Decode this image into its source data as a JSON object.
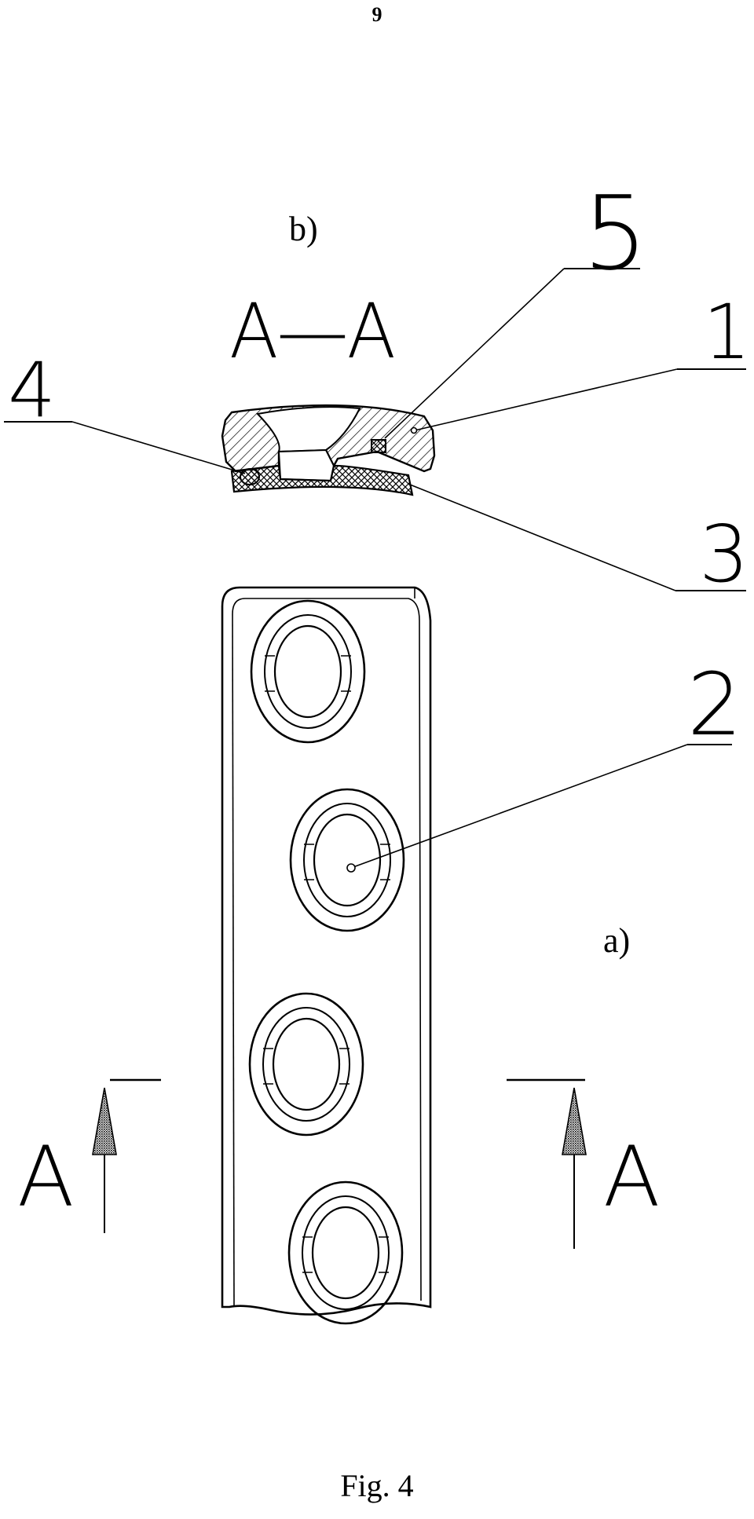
{
  "page_number": "9",
  "figure_caption": "Fig. 4",
  "subfigure_labels": {
    "b": "b)",
    "a": "a)"
  },
  "section_label": "A—A",
  "section_marker": "A",
  "callouts": [
    "5",
    "1",
    "4",
    "3",
    "2"
  ]
}
